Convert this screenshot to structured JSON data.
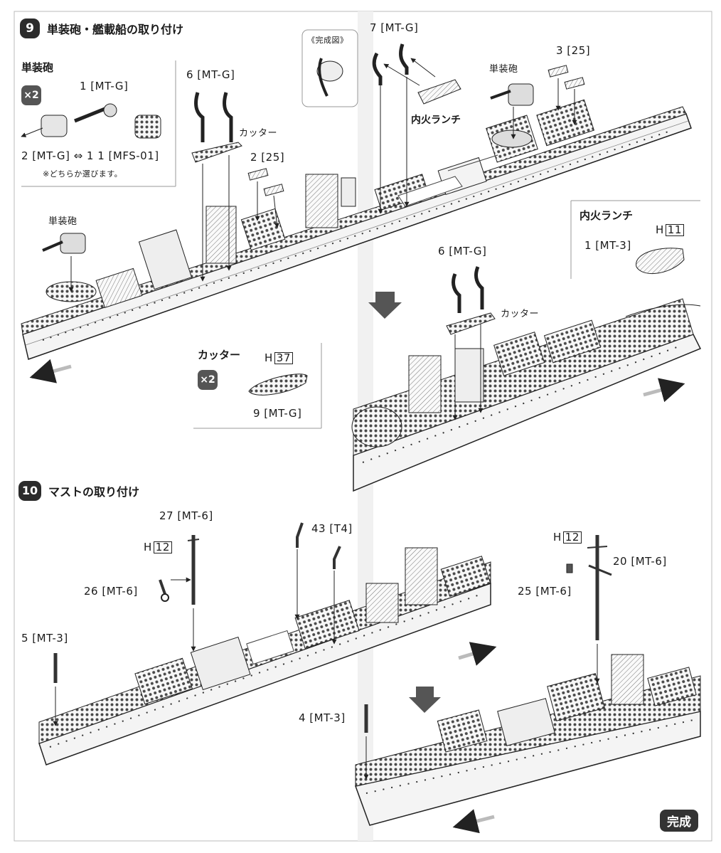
{
  "step9": {
    "number": "9",
    "title": "単装砲・艦載船の取り付け",
    "gun_panel": {
      "heading": "単装砲",
      "multiplier": "×2",
      "part_barrel": "1 [MT-G]",
      "part_turret": "2 [MT-G] ⇔ 1 1 [MFS-01]",
      "note": "※どちらか選びます。"
    },
    "label_gun": "単装砲",
    "label_part6": "6 [MT-G]",
    "label_cutter": "カッター",
    "label_part2_25": "2 [25]",
    "completed_view": "《完成図》",
    "label_part7": "7 [MT-G]",
    "label_launch": "内火ランチ",
    "label_gun2": "単装砲",
    "label_part3_25": "3 [25]",
    "launch_panel": {
      "heading": "内火ランチ",
      "h_prefix": "H",
      "h_num": "11",
      "part": "1 [MT-3]"
    },
    "cutter_panel": {
      "heading": "カッター",
      "multiplier": "×2",
      "h_prefix": "H",
      "h_num": "37",
      "part": "9 [MT-G]"
    },
    "label_part6b": "6 [MT-G]",
    "label_cutter2": "カッター"
  },
  "step10": {
    "number": "10",
    "title": "マストの取り付け",
    "label_part27": "27 [MT-6]",
    "h12_prefix": "H",
    "h12_num": "12",
    "label_part26": "26 [MT-6]",
    "label_part5": "5 [MT-3]",
    "label_part43": "43 [T4]",
    "h12b_prefix": "H",
    "h12b_num": "12",
    "label_part20": "20 [MT-6]",
    "label_part25": "25 [MT-6]",
    "label_part4": "4 [MT-3]",
    "complete": "完成"
  },
  "colors": {
    "ink": "#1a1a1a",
    "badge": "#2b2b2b",
    "hull": "#f2f2f2",
    "deck": "#555555"
  }
}
